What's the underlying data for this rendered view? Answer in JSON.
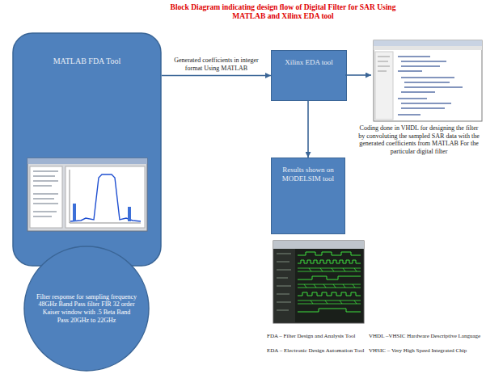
{
  "diagram": {
    "title": "Block Diagram indicating design flow of Digital Filter for SAR Using MATLAB and Xilinx EDA tool",
    "nodes": [
      {
        "text": [
          "MATLAB FDA Tool"
        ]
      },
      {
        "text": [
          "Filter response for sampling frequency 48GHz Band Pass filter FIR 32 order Kaiser window with .5 Beta Band Pass 20GHz to 22GHz"
        ]
      },
      {
        "text": [
          "Xilinx EDA tool"
        ]
      },
      {
        "text": [
          "Results shown on MODELSIM tool"
        ]
      }
    ],
    "edges": [
      {
        "from": 0,
        "to": 2,
        "arrow": "to",
        "label": "Generated coefficients in integer format Using MATLAB"
      },
      {
        "from": 2,
        "to": 3,
        "arrow": "to"
      }
    ],
    "labels": [
      "Coding done in VHDL for designing the filter by convoluting the sampled SAR data with the generated coefficients from MATLAB For the particular digital filter",
      "FDA – Filter Design and Analysis Tool",
      "EDA – Electronic Design Automation Tool",
      "VHDL –VHSIC Hardware Descriptive Language",
      "VHSIC – Very High Speed Integrated Chip"
    ]
  }
}
